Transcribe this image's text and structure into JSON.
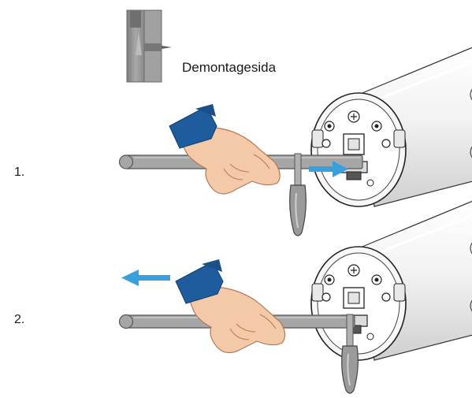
{
  "header": {
    "side_label": "Demontagesida",
    "side_icon": "motor-side-icon"
  },
  "steps": [
    {
      "number": "1.",
      "arrow_direction": "right",
      "description_icon": "push-rod-icon"
    },
    {
      "number": "2.",
      "arrow_direction": "left",
      "description_icon": "pull-rod-icon"
    }
  ],
  "colors": {
    "sleeve": "#1f5c9e",
    "skin": "#f4c9a8",
    "rod": "#a6a6a6",
    "motor_body": "#eeeeee",
    "arrow": "#3aa0dc",
    "icon_grey": "#8c8c8c"
  }
}
